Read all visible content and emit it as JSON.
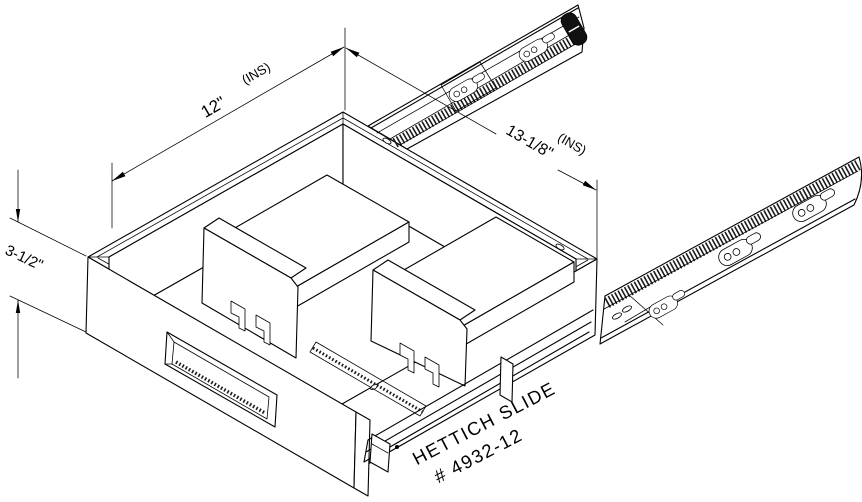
{
  "drawing": {
    "colors": {
      "background": "#ffffff",
      "line": "#000000"
    },
    "dimensions": {
      "width": {
        "value": "12\"",
        "note": "(INS)"
      },
      "depth": {
        "value": "13-1/8\"",
        "note": "(INS)"
      },
      "height": {
        "value": "3-1/2\""
      }
    },
    "part_label": {
      "line1": "HETTICH SLIDE",
      "line2": "# 4932-12"
    }
  }
}
